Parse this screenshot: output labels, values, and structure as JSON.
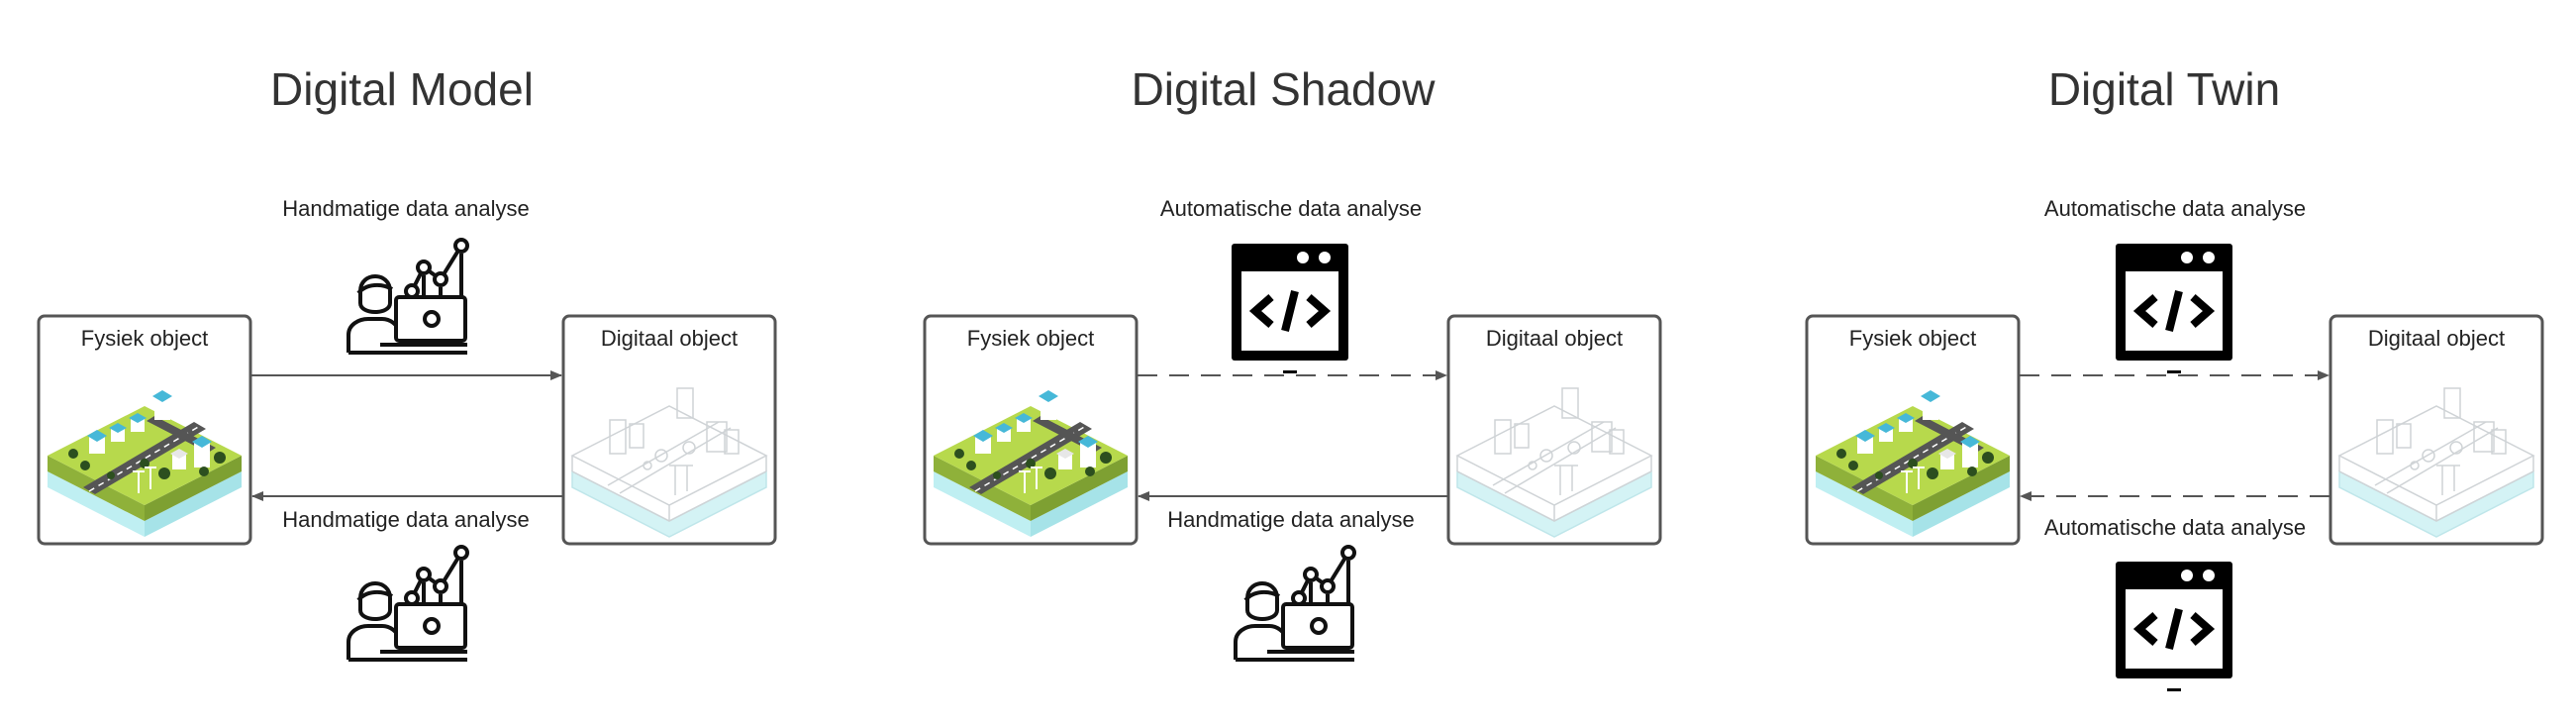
{
  "panels": [
    {
      "title": "Digital Model",
      "physical_label": "Fysiek object",
      "digital_label": "Digitaal object",
      "top_flow": {
        "label": "Handmatige data analyse",
        "icon": "person-laptop-analytics-icon",
        "style": "solid"
      },
      "bottom_flow": {
        "label": "Handmatige data analyse",
        "icon": "person-laptop-analytics-icon",
        "style": "solid"
      }
    },
    {
      "title": "Digital Shadow",
      "physical_label": "Fysiek object",
      "digital_label": "Digitaal object",
      "top_flow": {
        "label": "Automatische data analyse",
        "icon": "code-window-icon",
        "style": "dashed"
      },
      "bottom_flow": {
        "label": "Handmatige data analyse",
        "icon": "person-laptop-analytics-icon",
        "style": "solid"
      }
    },
    {
      "title": "Digital Twin",
      "physical_label": "Fysiek object",
      "digital_label": "Digitaal object",
      "top_flow": {
        "label": "Automatische data analyse",
        "icon": "code-window-icon",
        "style": "dashed"
      },
      "bottom_flow": {
        "label": "Automatische data analyse",
        "icon": "code-window-icon",
        "style": "dashed"
      }
    }
  ],
  "colors": {
    "grass": "#b7d94c",
    "grass_side": "#8fb13a",
    "road": "#555555",
    "water": "#bfeff2",
    "digital_line": "#cfd3d6",
    "digital_water": "#d4f3f5"
  }
}
